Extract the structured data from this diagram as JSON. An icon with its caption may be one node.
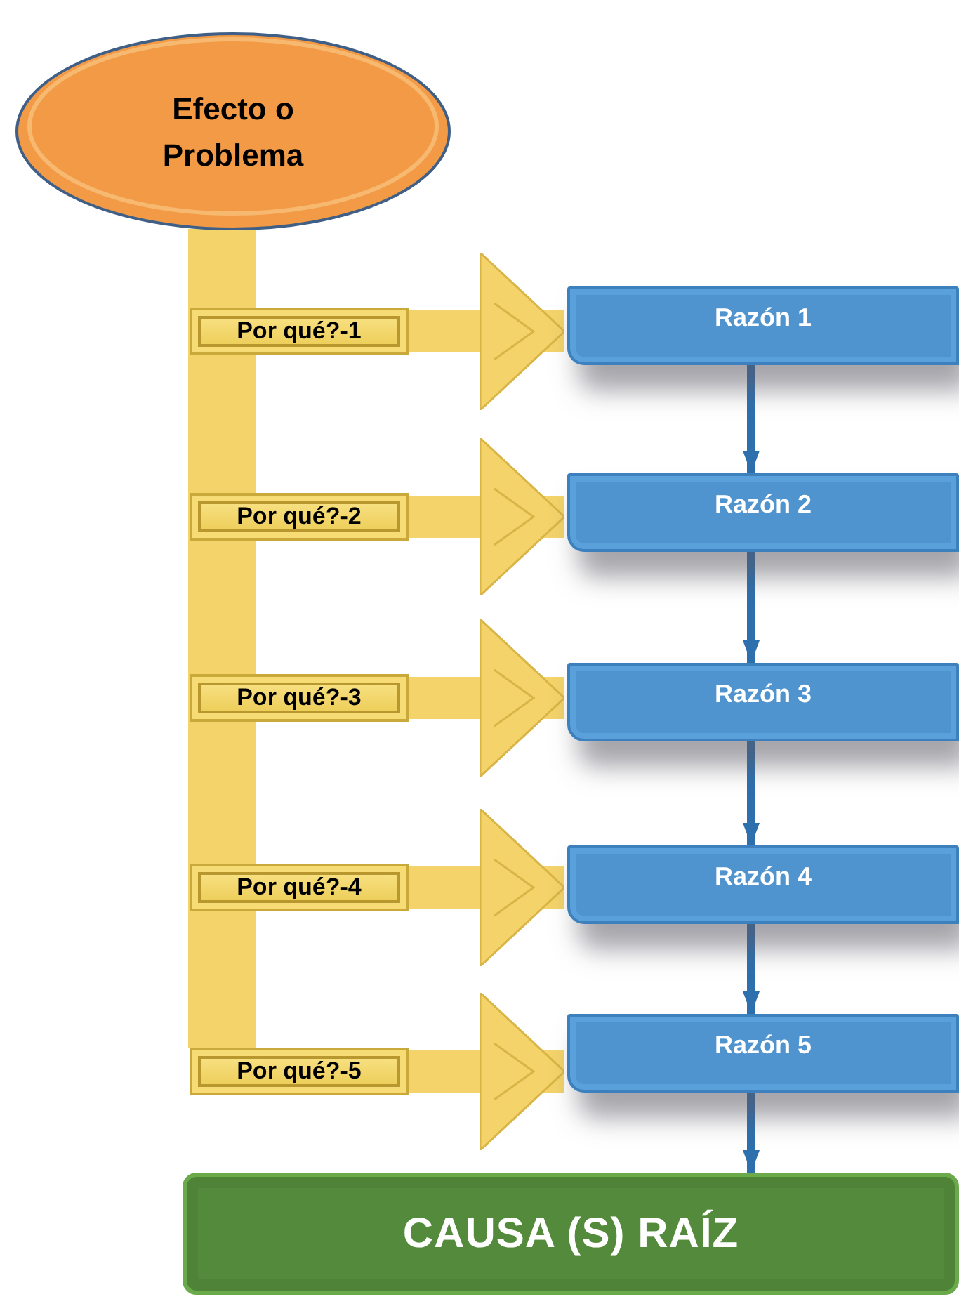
{
  "diagram": {
    "nodes": [
      {
        "text": [
          "Efecto o Problema"
        ]
      },
      {
        "text": [
          "Por qué?-1"
        ]
      },
      {
        "text": [
          "Por qué?-2"
        ]
      },
      {
        "text": [
          "Por qué?-3"
        ]
      },
      {
        "text": [
          "Por qué?-4"
        ]
      },
      {
        "text": [
          "Por qué?-5"
        ]
      },
      {
        "text": [
          "Razón 1"
        ]
      },
      {
        "text": [
          "Razón 2"
        ]
      },
      {
        "text": [
          "Razón 3"
        ]
      },
      {
        "text": [
          "Razón 4"
        ]
      },
      {
        "text": [
          "Razón 5"
        ]
      },
      {
        "text": [
          "CAUSA (S) RAÍZ"
        ]
      }
    ],
    "edges": [
      {
        "from": 0,
        "to": 1,
        "arrow": "none",
        "style": "thick",
        "color": "#f3d36a"
      },
      {
        "from": 0,
        "to": 2,
        "arrow": "none",
        "style": "thick",
        "color": "#f3d36a"
      },
      {
        "from": 0,
        "to": 3,
        "arrow": "none",
        "style": "thick",
        "color": "#f3d36a"
      },
      {
        "from": 0,
        "to": 4,
        "arrow": "none",
        "style": "thick",
        "color": "#f3d36a"
      },
      {
        "from": 0,
        "to": 5,
        "arrow": "none",
        "style": "thick",
        "color": "#f3d36a"
      },
      {
        "from": 1,
        "to": 6,
        "arrow": "to",
        "style": "thick",
        "color": "#f3d36a"
      },
      {
        "from": 2,
        "to": 7,
        "arrow": "to",
        "style": "thick",
        "color": "#f3d36a"
      },
      {
        "from": 3,
        "to": 8,
        "arrow": "to",
        "style": "thick",
        "color": "#f3d36a"
      },
      {
        "from": 4,
        "to": 9,
        "arrow": "to",
        "style": "thick",
        "color": "#f3d36a"
      },
      {
        "from": 5,
        "to": 10,
        "arrow": "to",
        "style": "thick",
        "color": "#f3d36a"
      },
      {
        "from": 6,
        "to": 7,
        "arrow": "to",
        "color": "#2e6fad"
      },
      {
        "from": 7,
        "to": 8,
        "arrow": "to",
        "color": "#2e6fad"
      },
      {
        "from": 8,
        "to": 9,
        "arrow": "to",
        "color": "#2e6fad"
      },
      {
        "from": 9,
        "to": 10,
        "arrow": "to",
        "color": "#2e6fad"
      },
      {
        "from": 10,
        "to": 11,
        "arrow": "to",
        "color": "#2e6fad"
      }
    ]
  }
}
